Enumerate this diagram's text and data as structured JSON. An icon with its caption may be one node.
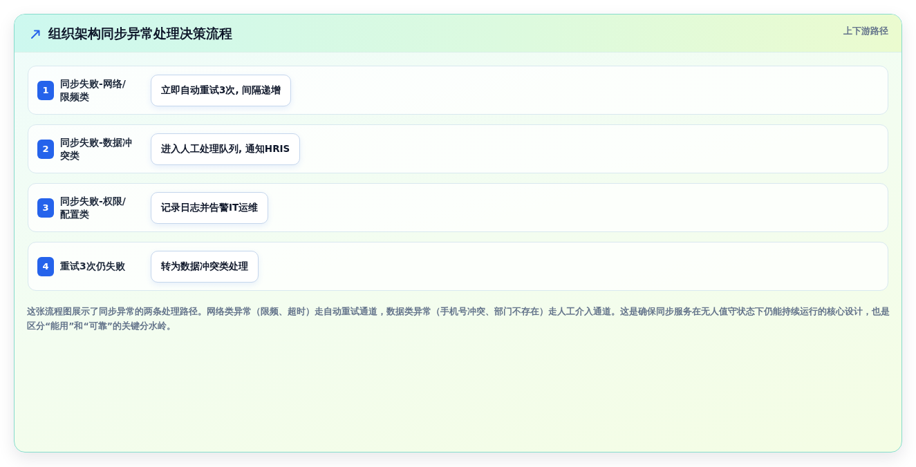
{
  "diagram": {
    "title": "组织架构同步异常处理决策流程",
    "nodes": [
      {
        "text": [
          "同步失败-网络/限频类"
        ]
      },
      {
        "text": [
          "1"
        ],
        "in": 0
      },
      {
        "text": [
          "立即自动重试3次, 间隔递增"
        ],
        "in": 0
      },
      {
        "text": [
          "同步失败-数据冲突类"
        ]
      },
      {
        "text": [
          "2"
        ],
        "in": 3
      },
      {
        "text": [
          "进入人工处理队列, 通知HRIS"
        ],
        "in": 3
      },
      {
        "text": [
          "同步失败-权限/配置类"
        ]
      },
      {
        "text": [
          "3"
        ],
        "in": 6
      },
      {
        "text": [
          "记录日志并告警IT运维"
        ],
        "in": 6
      },
      {
        "text": [
          "重试3次仍失败"
        ]
      },
      {
        "text": [
          "4"
        ],
        "in": 9
      },
      {
        "text": [
          "转为数据冲突类处理"
        ],
        "in": 9
      }
    ],
    "labels": [
      "上下游路径"
    ],
    "caption": "这张流程图展示了同步异常的两条处理路径。网络类异常（限频、超时）走自动重试通道，数据类异常（手机号冲突、部门不存在）走人工介入通道。这是确保同步服务在无人值守状态下仍能持续运行的核心设计，也是区分“能用”和“可靠”的关键分水岭。"
  }
}
